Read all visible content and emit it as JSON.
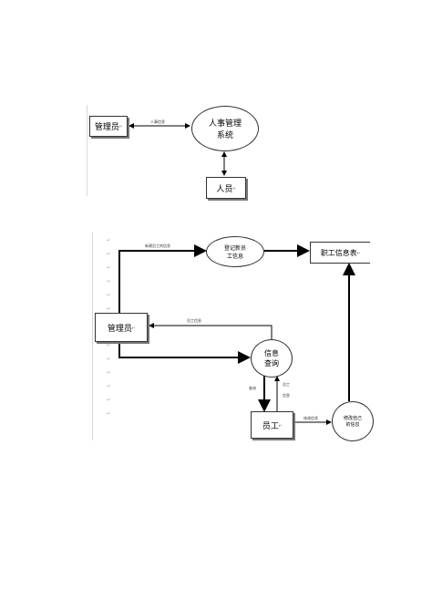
{
  "diagram1": {
    "admin": "管理员",
    "system_line1": "人事管理",
    "system_line2": "系统",
    "person": "人员",
    "flow_label": "人事信息"
  },
  "diagram2": {
    "admin": "管理员",
    "register_line1": "登记新员",
    "register_line2": "工信息",
    "table": "职工信息表",
    "query_line1": "信息",
    "query_line2": "查询",
    "employee": "员工",
    "modify_line1": "修改自己",
    "modify_line2": "的信息",
    "flow_new_info": "新建员工的信息",
    "flow_emp_info": "员工信息",
    "flow_query": "查询",
    "flow_emp_info_v1": "员工",
    "flow_emp_info_v2": "信息",
    "flow_modify": "修改信息"
  },
  "paragraph_mark": "↵"
}
